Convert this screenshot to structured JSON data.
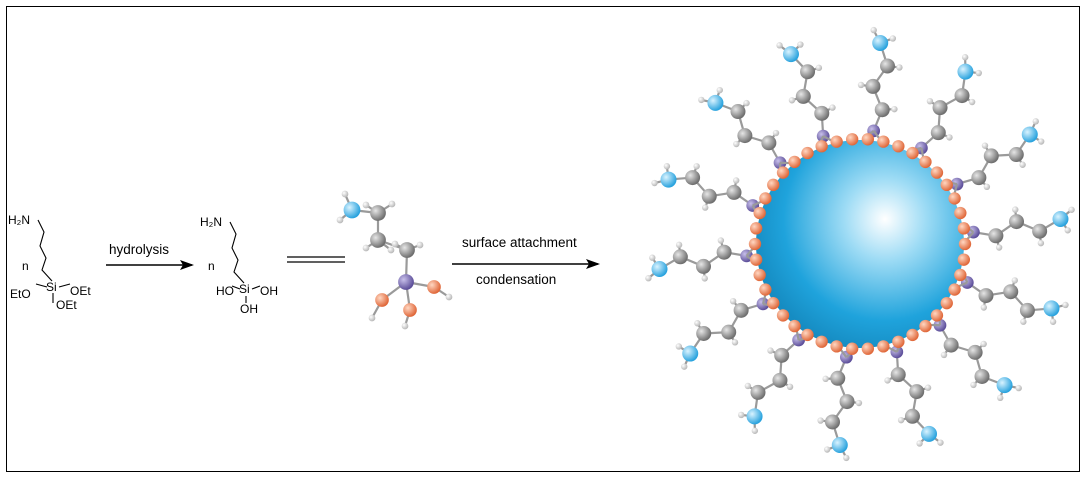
{
  "reactant": {
    "amine_label": "H₂N",
    "repeat_label": "n",
    "si_label": "Si",
    "ethoxy_left": "EtO",
    "ethoxy_right": "OEt",
    "ethoxy_bottom": "OEt"
  },
  "arrow1": {
    "label": "hydrolysis"
  },
  "product": {
    "amine_label": "H₂N",
    "repeat_label": "n",
    "si_label": "Si",
    "hydroxy_left": "HO",
    "hydroxy_right": "OH",
    "hydroxy_bottom": "OH"
  },
  "arrow2": {
    "label_top": "surface attachment",
    "label_bottom": "condensation"
  },
  "colors": {
    "nitrogen": "#3fb0e6",
    "carbon": "#8a8a8a",
    "silicon": "#7a6cb0",
    "oxygen": "#f08a5c",
    "hydrogen": "#dcdcdc",
    "nanoparticle": "#1fa3dc"
  }
}
